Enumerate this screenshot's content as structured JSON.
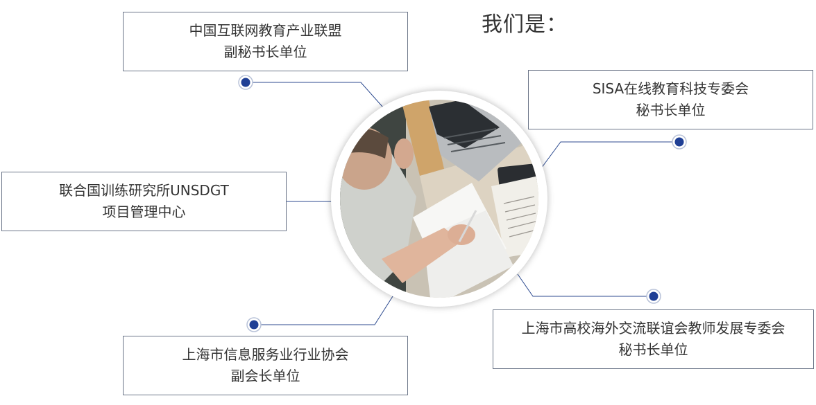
{
  "heading": "我们是：",
  "boxes": {
    "b1": {
      "line1": "中国互联网教育产业联盟",
      "line2": "副秘书长单位"
    },
    "b2": {
      "line1": "SISA在线教育科技专委会",
      "line2": "秘书长单位"
    },
    "b3": {
      "line1": "联合国训练研究所UNSDGT",
      "line2": "项目管理中心"
    },
    "b4": {
      "line1": "上海市高校海外交流联谊会教师发展专委会",
      "line2": "秘书长单位"
    },
    "b5": {
      "line1": "上海市信息服务业行业协会",
      "line2": "副会长单位"
    }
  },
  "colors": {
    "box_border": "#6a7487",
    "connector": "#2c4a8f",
    "dot_fill": "#1f3f95",
    "text": "#333333"
  },
  "photo": {
    "icon": "person-writing-at-desk-photo"
  }
}
